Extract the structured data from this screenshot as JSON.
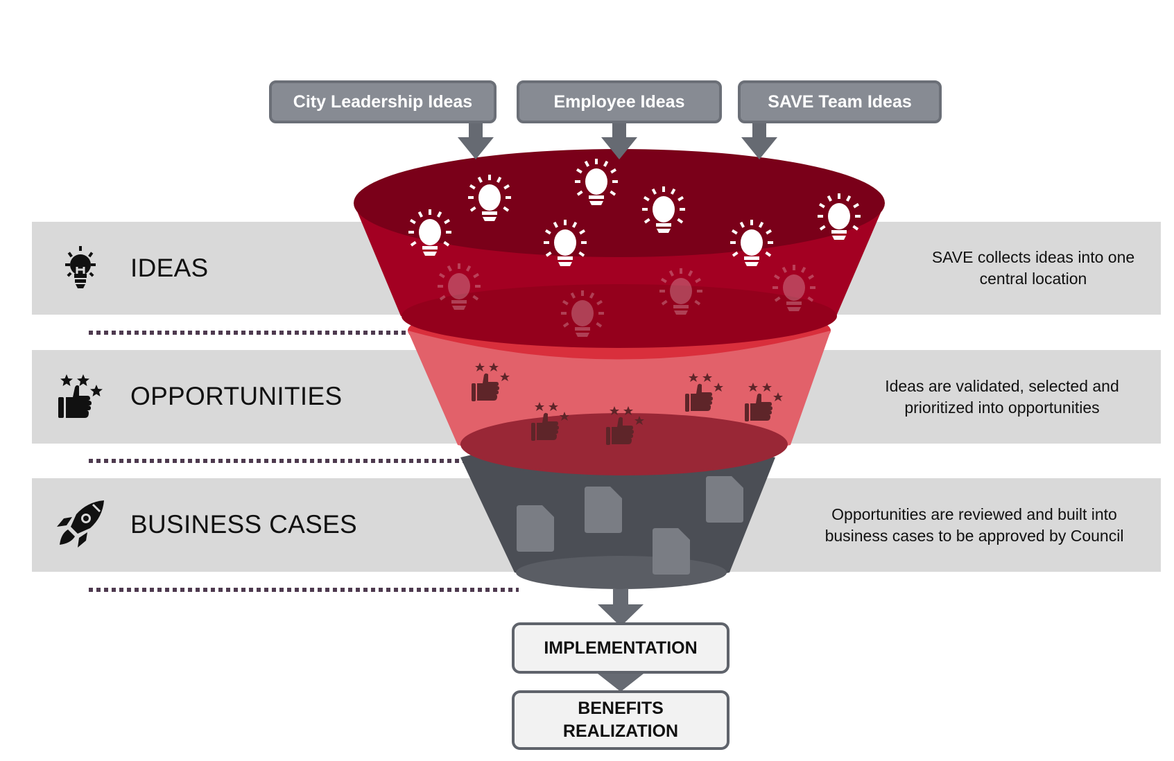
{
  "sources": [
    {
      "label": "City Leadership Ideas"
    },
    {
      "label": "Employee Ideas"
    },
    {
      "label": "SAVE Team Ideas"
    }
  ],
  "stages": [
    {
      "label": "IDEAS",
      "icon": "lightbulb-icon",
      "description_lines": [
        "SAVE collects ideas into one",
        "central location"
      ]
    },
    {
      "label": "OPPORTUNITIES",
      "icon": "thumbs-up-stars-icon",
      "description_lines": [
        "Ideas are validated, selected and",
        "prioritized into opportunities"
      ]
    },
    {
      "label": "BUSINESS CASES",
      "icon": "rocket-icon",
      "description_lines": [
        "Opportunities are reviewed and built into",
        "business cases to be approved by Council"
      ]
    }
  ],
  "outcomes": [
    {
      "label": "IMPLEMENTATION"
    },
    {
      "label_lines": [
        "BENEFITS",
        "REALIZATION"
      ]
    }
  ],
  "colors": {
    "ideas_top": "#7a0019",
    "ideas_body": "#a30022",
    "opportunities_body": "#e2616a",
    "opportunities_rim": "#d92f3c",
    "business_body": "#4b4e55",
    "arrow": "#666a72",
    "band": "#d9d9d9",
    "dots": "#4e3a4f"
  }
}
